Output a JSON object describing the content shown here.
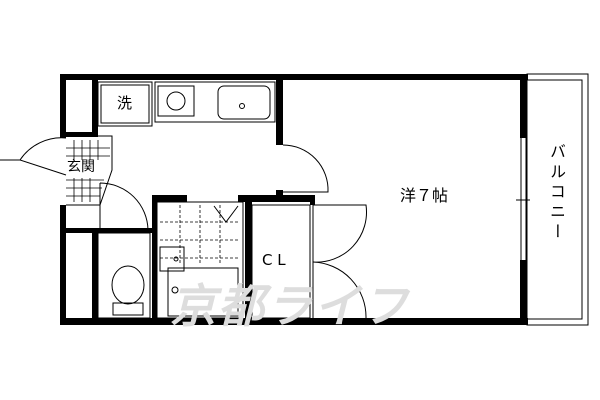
{
  "labels": {
    "washer": "洗",
    "entrance": "玄関",
    "closet": "C L",
    "western_room": "洋７帖",
    "balcony": "バルコニー"
  },
  "watermark": "京都ライフ",
  "colors": {
    "wall": "#000000",
    "watermark": "#dddddd"
  }
}
